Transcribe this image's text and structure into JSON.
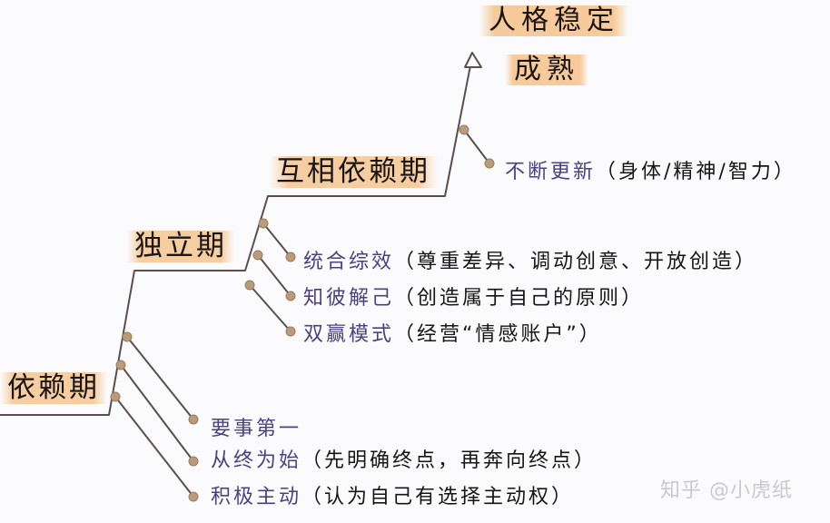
{
  "colors": {
    "line": "#5a4e4a",
    "dot": "#b99a7a",
    "highlight": "#f5be82",
    "habit_name": "#4c3f86",
    "text": "#1a1616",
    "watermark": "#c9c9cf"
  },
  "goal": {
    "line1": "人格稳定",
    "line2": "成熟"
  },
  "stages": [
    {
      "label": "依赖期"
    },
    {
      "label": "独立期"
    },
    {
      "label": "互相依赖期"
    }
  ],
  "habits": [
    {
      "name": "要事第一",
      "desc": ""
    },
    {
      "name": "从终为始",
      "desc": "（先明确终点，再奔向终点）"
    },
    {
      "name": "积极主动",
      "desc": "（认为自己有选择主动权）"
    },
    {
      "name": "统合综效",
      "desc": "（尊重差异、调动创意、开放创造）"
    },
    {
      "name": "知彼解己",
      "desc": "（创造属于自己的原则）"
    },
    {
      "name": "双赢模式",
      "desc": "（经营“情感账户”）"
    },
    {
      "name": "不断更新",
      "desc": "（身体/精神/智力）"
    }
  ],
  "watermark": "知乎 @小虎纸"
}
